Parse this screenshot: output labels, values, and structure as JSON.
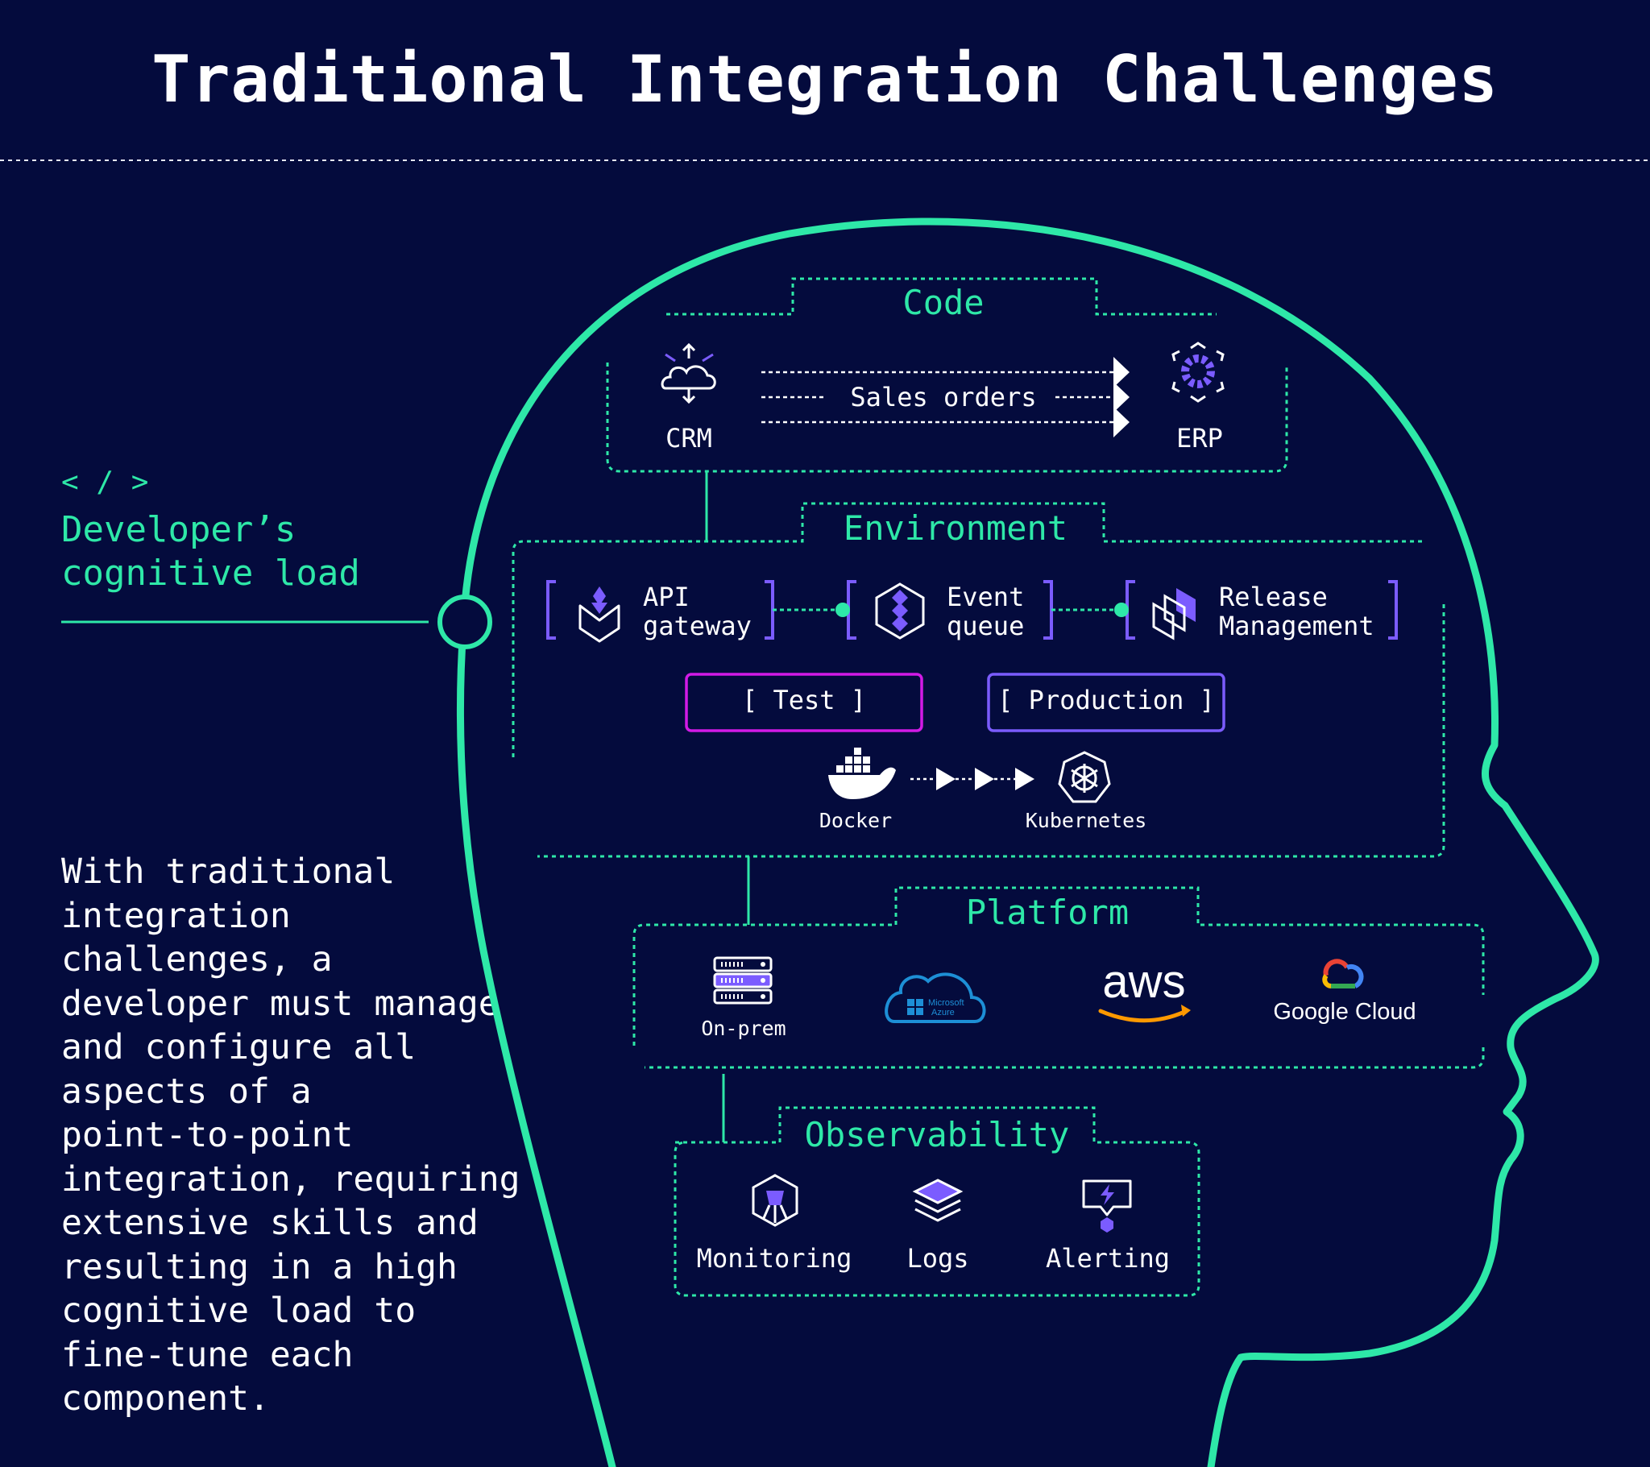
{
  "title": "Traditional Integration Challenges",
  "cognitive": {
    "tag": "< / >",
    "line1": "Developer’s",
    "line2": "cognitive load"
  },
  "description": "With traditional\nintegration\nchallenges, a\ndeveloper must manage\nand configure all\naspects of a\npoint-to-point\nintegration, requiring\nextensive skills and\nresulting in a high\ncognitive load to\nfine-tune each\ncomponent.",
  "code": {
    "title": "Code",
    "source": "CRM",
    "target": "ERP",
    "flow": "Sales orders"
  },
  "environment": {
    "title": "Environment",
    "components": [
      {
        "line1": "API",
        "line2": "gateway",
        "icon": "api-gateway-icon"
      },
      {
        "line1": "Event",
        "line2": "queue",
        "icon": "event-queue-icon"
      },
      {
        "line1": "Release",
        "line2": "Management",
        "icon": "release-management-icon"
      }
    ],
    "stages": [
      "[ Test ]",
      "[ Production ]"
    ],
    "deploy_from": "Docker",
    "deploy_to": "Kubernetes"
  },
  "platform": {
    "title": "Platform",
    "onprem": "On-prem",
    "azure_logo": [
      "Microsoft",
      "Azure"
    ],
    "aws_logo": "aws",
    "gcp_logo": "Google Cloud"
  },
  "observability": {
    "title": "Observability",
    "items": [
      "Monitoring",
      "Logs",
      "Alerting"
    ]
  },
  "colors": {
    "background": "#040b3d",
    "accent": "#2ee8a8",
    "purple": "#7b5cff",
    "magenta": "#d21be6",
    "text": "#ffffff"
  }
}
